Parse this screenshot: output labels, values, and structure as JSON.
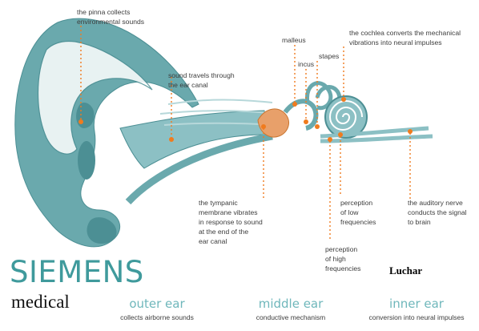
{
  "colors": {
    "ear_fill": "#6aa9ad",
    "ear_stroke": "#4c8f94",
    "accent": "#f07b1e",
    "brand": "#3f9a9c",
    "section_title": "#6fb7bb"
  },
  "annotations": {
    "pinna": "the pinna collects\nenvironmental sounds",
    "ear_canal": "sound travels through\nthe ear canal",
    "tympanic": "the tympanic\nmembrane vibrates\nin response to sound\nat the end of the\near canal",
    "malleus": "malleus",
    "incus": "incus",
    "stapes": "stapes",
    "cochlea": "the cochlea converts the mechanical\nvibrations into neural impulses",
    "low_freq": "perception\nof low\nfrequencies",
    "high_freq": "perception\nof high\nfrequencies",
    "nerve": "the auditory nerve\nconducts the signal\nto brain"
  },
  "brand": {
    "name": "SIEMENS",
    "division": "medical",
    "tag": "Luchar"
  },
  "sections": [
    {
      "title": "outer ear",
      "subtitle": "collects airborne sounds"
    },
    {
      "title": "middle ear",
      "subtitle": "conductive mechanism"
    },
    {
      "title": "inner ear",
      "subtitle": "conversion into neural impulses"
    }
  ]
}
